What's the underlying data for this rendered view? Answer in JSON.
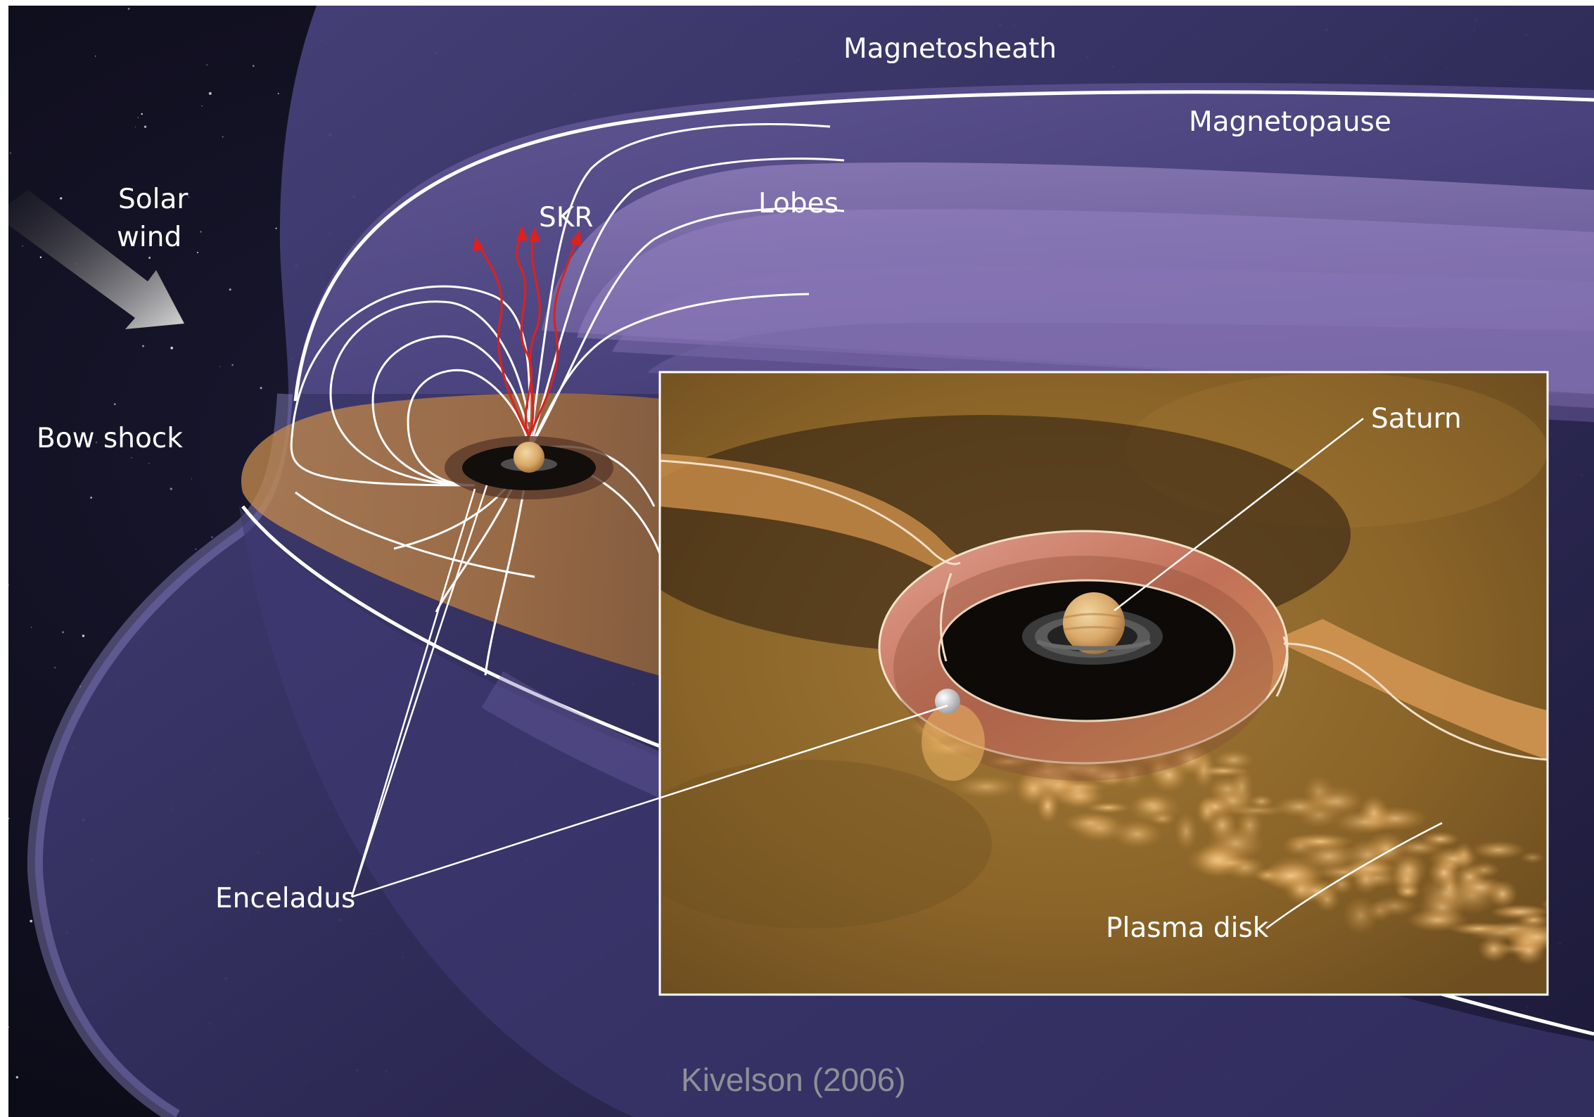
{
  "labels": {
    "magnetosheath": "Magnetosheath",
    "magnetopause": "Magnetopause",
    "solar_wind_line1": "Solar",
    "solar_wind_line2": "wind",
    "skr": "SKR",
    "lobes": "Lobes",
    "bow_shock": "Bow shock",
    "saturn": "Saturn",
    "enceladus": "Enceladus",
    "plasma_disk": "Plasma disk"
  },
  "credit": "Kivelson (2006)",
  "colors": {
    "space": "#0d0c1c",
    "magnetosheath": "#3a3566",
    "lobes": "#8a77b8",
    "plasma_disk": "#c98a3e",
    "inset_background": "#8f6a2c",
    "field_lines": "#ffffff",
    "skr_emission": "#e0201c",
    "credit_text": "#8f8f96"
  }
}
